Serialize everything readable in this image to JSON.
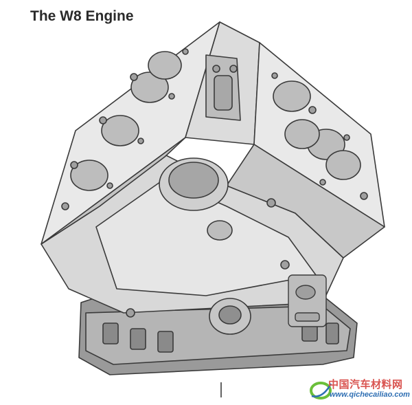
{
  "title": "The W8 Engine",
  "colors": {
    "block_light": "#e8e8e8",
    "block_mid": "#cfcfcf",
    "block_dark": "#9a9a9a",
    "outline": "#3a3a3a",
    "watermark_red": "#d9534f",
    "watermark_blue": "#2f6fb3",
    "watermark_green": "#6bbf3a"
  },
  "watermark": {
    "text_cn": "中国汽车材料网",
    "url": "www.qichecailiao.com"
  },
  "icons": {
    "watermark_logo": "swoosh-ring-icon"
  }
}
